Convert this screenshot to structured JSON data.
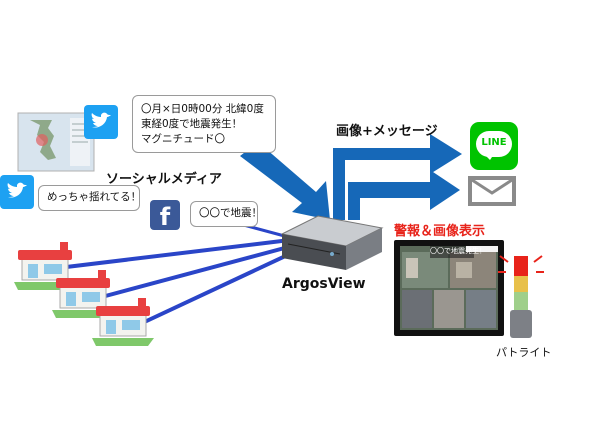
{
  "social": {
    "label": "ソーシャルメディア",
    "tweet1": "〇月×日0時00分 北緯0度\n東経0度で地震発生！\nマグニチュード〇",
    "tweet2": "めっちゃ揺れてる！",
    "fb_post": "〇〇で地震！"
  },
  "server": {
    "label": "ArgosView"
  },
  "outputs": {
    "notify_label": "画像+メッセージ",
    "line_text": "LINE",
    "alarm_label": "警報＆画像表示",
    "monitor_caption": "〇〇で地震発生！",
    "patlite_label": "パトライト"
  },
  "icons": {
    "twitter": "twitter-bird-icon",
    "facebook": "facebook-f-icon",
    "line": "line-app-icon",
    "mail": "envelope-icon",
    "store": "store-building-icon",
    "patlite": "signal-tower-light-icon"
  },
  "colors": {
    "arrow_blue": "#1668b8",
    "line_blue": "#2a45c8",
    "alarm_red": "#e8231a",
    "twitter_blue": "#1da1f2",
    "facebook_blue": "#3b5998",
    "line_green": "#00c300"
  }
}
